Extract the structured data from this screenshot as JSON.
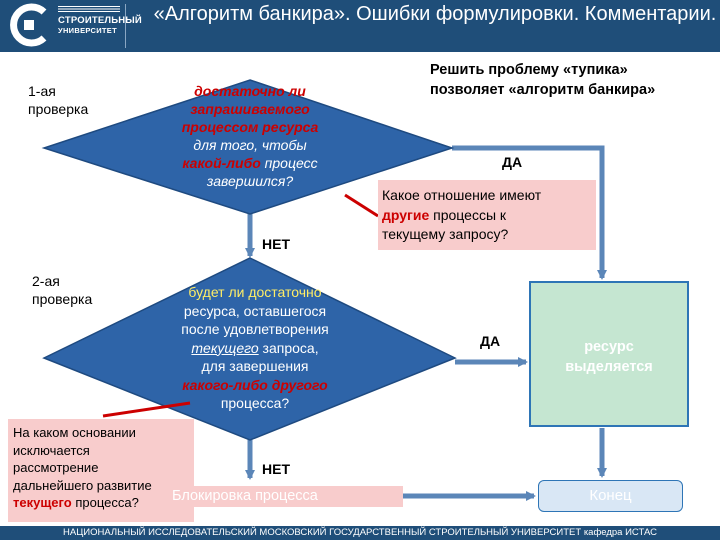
{
  "logo": {
    "name_line1": "СТРОИТЕЛЬНЫЙ",
    "name_line2": "УНИВЕРСИТЕТ"
  },
  "slide": {
    "title": "«Алгоритм банкира». Ошибки формулировки. Комментарии.",
    "top_note": [
      "Решить проблему «тупика»",
      "позволяет «алгоритм банкира»"
    ],
    "footer": "НАЦИОНАЛЬНЫЙ ИССЛЕДОВАТЕЛЬСКИЙ МОСКОВСКИЙ ГОСУДАРСТВЕННЫЙ СТРОИТЕЛЬНЫЙ УНИВЕРСИТЕТ кафедра ИСТАС"
  },
  "check1": {
    "label": [
      "1-ая",
      "проверка"
    ],
    "diamond_text": {
      "l1": "достаточно ли",
      "l2": "запрашиваемого",
      "l3": "процессом ресурса",
      "l4": "для того, чтобы",
      "l5_em": "какой-либо",
      "l5_rest": " процесс",
      "l6": "завершился?"
    },
    "yes": "ДА",
    "no": "НЕТ"
  },
  "check2": {
    "label": [
      "2-ая",
      "проверка"
    ],
    "diamond_text": {
      "l1a": "будет ли ",
      "l1b": "достаточно",
      "l2": "ресурса, оставшегося",
      "l3": "после удовлетворения",
      "l4_u": "текущего",
      "l4_rest": " запроса,",
      "l5": "для завершения",
      "l6_em": "какого-либо другого",
      "l7": "процесса?"
    },
    "yes": "ДА",
    "no": "НЕТ"
  },
  "callouts": {
    "c1": {
      "l1": "Какое отношение имеют",
      "l2_em": "другие",
      "l2_rest": " процессы к",
      "l3": "текущему запросу?"
    },
    "c2": {
      "l1": "На каком основании",
      "l2": "исключается",
      "l3": "рассмотрение",
      "l4": "дальнейшего развитие",
      "l5_em": "текущего",
      "l5_rest": " процесса?"
    }
  },
  "boxes": {
    "resource": [
      "ресурс",
      "выделяется"
    ],
    "end": "Конец",
    "block": "Блокировка процесса"
  },
  "colors": {
    "header": "#1f4e79",
    "diamond": "#2e64a8",
    "highlight_red": "#cc0000",
    "callout_bg": "#f8cccc",
    "resource_box": "#c5e6d1",
    "arrow": "#5b86b8"
  }
}
